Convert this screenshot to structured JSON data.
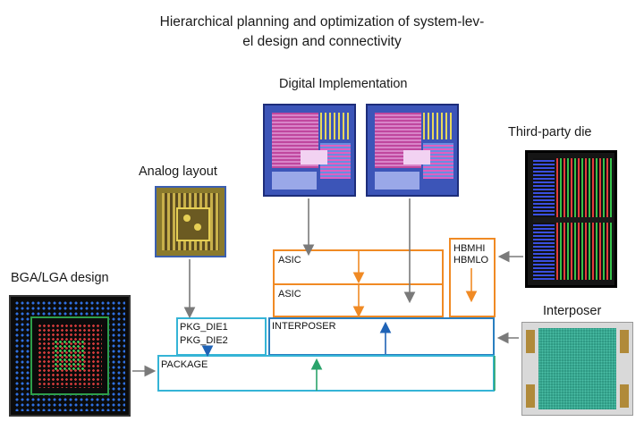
{
  "title": {
    "line1": "Hierarchical planning and optimization of system-lev-",
    "line2": "el design and connectivity"
  },
  "labels": {
    "digital": "Digital Implementation",
    "analog": "Analog layout",
    "third_party": "Third-party die",
    "bga": "BGA/LGA design",
    "interposer": "Interposer"
  },
  "boxes": {
    "asic1": "ASIC",
    "asic2": "ASIC",
    "hbmhi": "HBMHI",
    "hbmlo": "HBMLO",
    "pkg_die1": "PKG_DIE1",
    "pkg_die2": "PKG_DIE2",
    "interposer": "INTERPOSER",
    "package": "PACKAGE"
  },
  "colors": {
    "orange": "#f08a24",
    "orange_dark": "#e07a1c",
    "cyan": "#35b4d6",
    "blue": "#1f63b6",
    "teal_blue": "#2a7fc0",
    "green": "#2aa36b",
    "gray_arrow": "#7a7a7a"
  }
}
